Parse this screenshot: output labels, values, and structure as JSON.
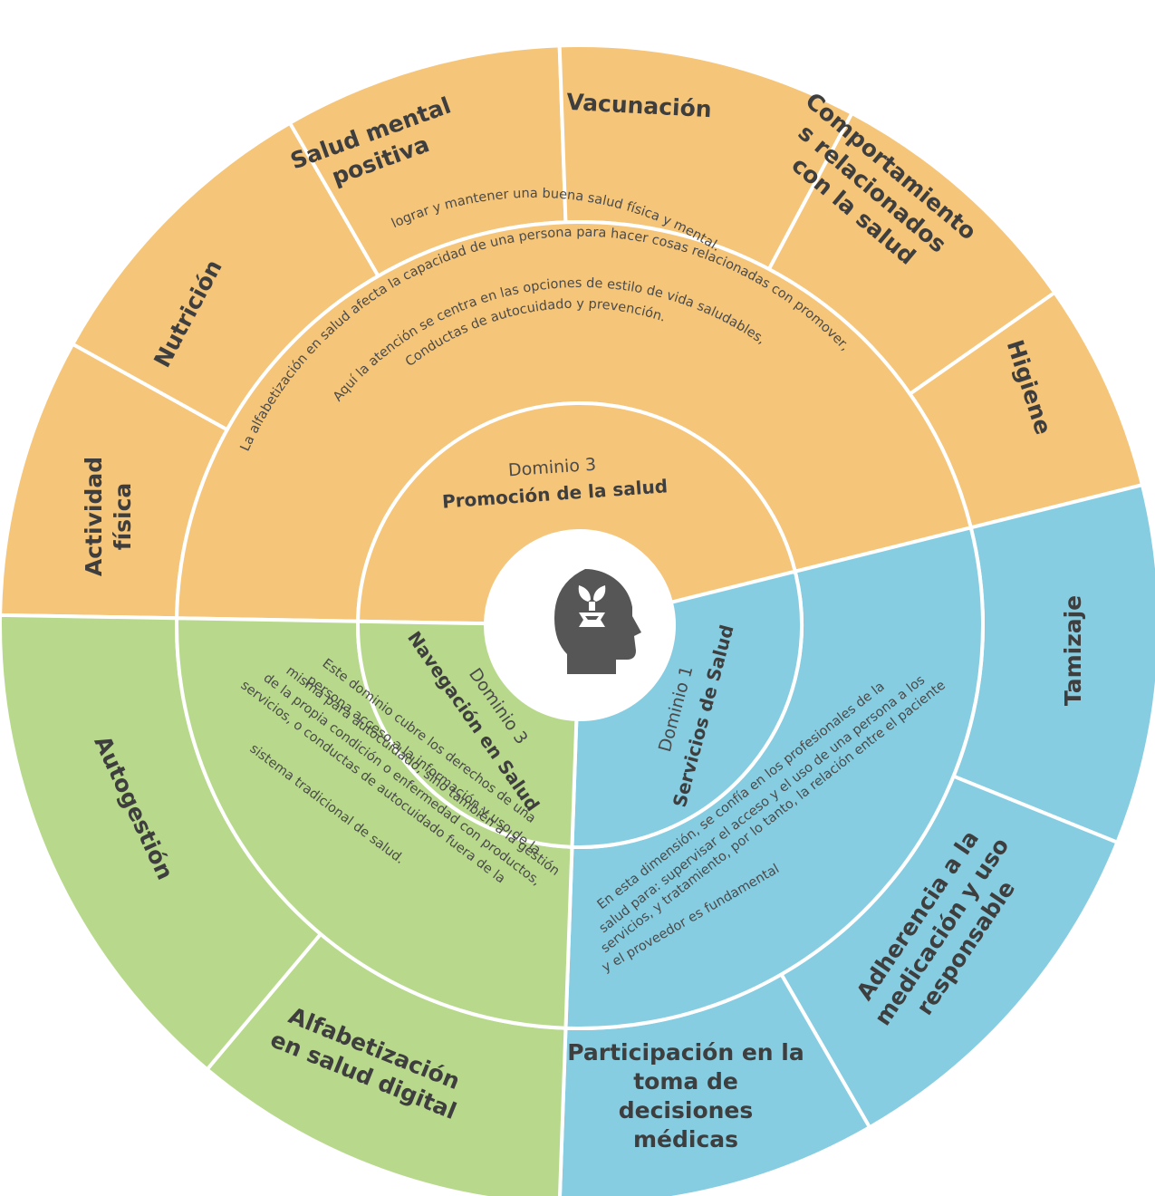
{
  "colors": {
    "promocion": "#f5c57a",
    "servicios": "#87cde2",
    "navegacion": "#b8d98c",
    "divider": "#ffffff",
    "center_circle": "#ffffff",
    "icon": "#565656",
    "text": "#3e3e3e"
  },
  "center_icon": "head-with-sprout-icon",
  "domains": [
    {
      "key": "promocion",
      "name": "Dominio 3",
      "title": "Promoción de la salud",
      "description_lines": [
        "La alfabetización en salud afecta la capacidad de una persona para hacer cosas relacionadas con promover,",
        "lograr y mantener una buena salud física y mental.",
        "Aquí la atención se centra en las opciones de estilo de vida saludables,",
        "Conductas de autocuidado y prevención."
      ],
      "outer": [
        "Actividad física",
        "Nutrición",
        "Salud mental positiva",
        "Vacunación",
        "Comportamientos relacionados con la salud",
        "Higiene"
      ]
    },
    {
      "key": "servicios",
      "name": "Dominio 1",
      "title": "Servicios de Salud",
      "description_lines": [
        "En esta dimensión, se confía en los profesionales de la",
        "salud para: supervisar el acceso y el uso de una persona a los",
        "servicios, y tratamiento, por lo tanto, la relación entre el paciente",
        "y el proveedor es fundamental"
      ],
      "outer": [
        "Tamizaje",
        "Adherencia a la medicación y uso responsable",
        "Participación en la toma de decisiones médicas"
      ]
    },
    {
      "key": "navegacion",
      "name": "Dominio 3",
      "title": "Navegación en Salud",
      "description_lines": [
        "Este dominio cubre los derechos de una",
        "persona acceso a la información y uso de la",
        "misma para autocuidado, sino también a la gestión",
        "de la propia condición o enfermedad con productos,",
        "servicios, o conductas de autocuidado fuera de la",
        "sistema tradicional de salud."
      ],
      "outer": [
        "Alfabetización en salud digital",
        "Autogestión"
      ]
    }
  ]
}
